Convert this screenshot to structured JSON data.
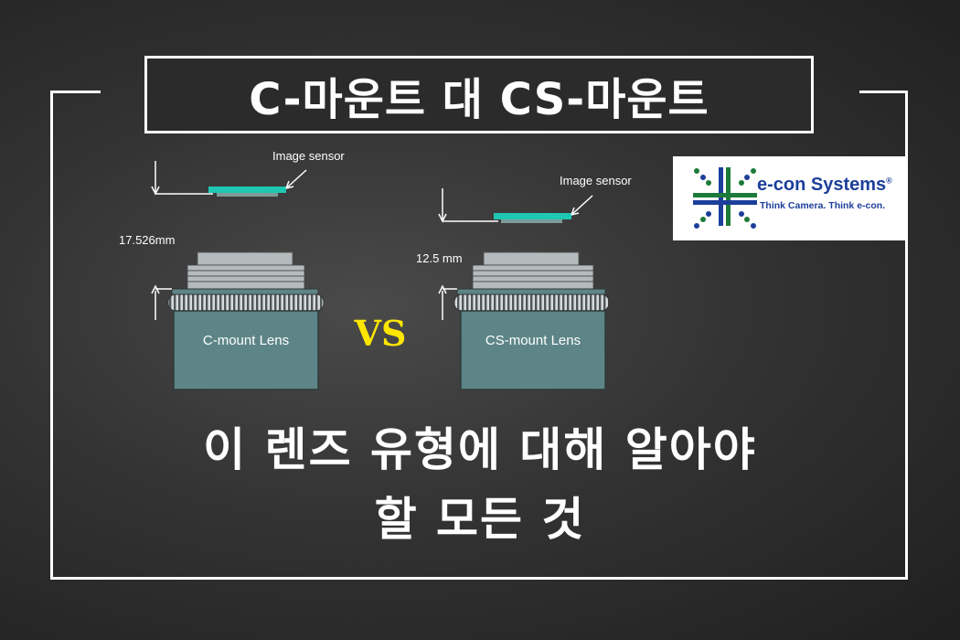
{
  "title": "C-마운트 대 CS-마운트",
  "subtitle_line1": "이 렌즈 유형에 대해 알아야",
  "subtitle_line2": "할 모든 것",
  "versus_text": "VS",
  "left_diagram": {
    "sensor_label": "Image sensor",
    "distance_label": "17.526mm",
    "lens_label": "C-mount Lens"
  },
  "right_diagram": {
    "sensor_label": "Image sensor",
    "distance_label": "12.5 mm",
    "lens_label": "CS-mount Lens"
  },
  "logo": {
    "name": "e-con Systems",
    "registered": "®",
    "tagline": "Think Camera. Think e-con."
  },
  "colors": {
    "lens_body": "#5d8587",
    "lens_top": "#b5bbbd",
    "sensor": "#1fc8b2",
    "sensor_base": "#7f9a99",
    "vs": "#ffe600",
    "logo_blue": "#1c3f9a",
    "logo_green": "#1d7a3a"
  }
}
